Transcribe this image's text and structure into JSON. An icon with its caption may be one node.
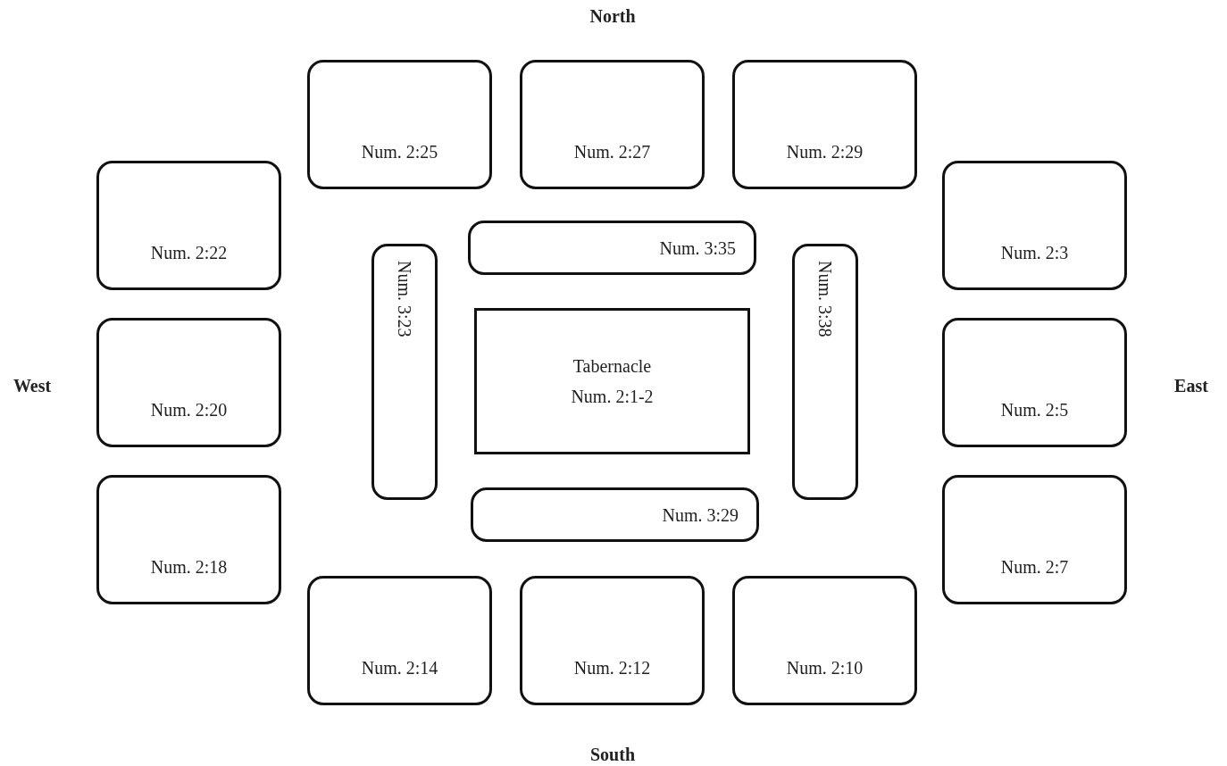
{
  "diagram": {
    "nodes": [
      {
        "text": [
          "Num. 2:25"
        ]
      },
      {
        "text": [
          "Num. 2:27"
        ]
      },
      {
        "text": [
          "Num. 2:29"
        ]
      },
      {
        "text": [
          "Num. 2:22"
        ]
      },
      {
        "text": [
          "Num. 2:3"
        ]
      },
      {
        "text": [
          "Num. 3:35"
        ]
      },
      {
        "text": [
          "Num. 3:23"
        ]
      },
      {
        "text": [
          "Tabernacle",
          "Num. 2:1-2"
        ]
      },
      {
        "text": [
          "Num. 3:38"
        ]
      },
      {
        "text": [
          "Num. 2:20"
        ]
      },
      {
        "text": [
          "Num. 2:5"
        ]
      },
      {
        "text": [
          "Num. 3:29"
        ]
      },
      {
        "text": [
          "Num. 2:18"
        ]
      },
      {
        "text": [
          "Num. 2:7"
        ]
      },
      {
        "text": [
          "Num. 2:14"
        ]
      },
      {
        "text": [
          "Num. 2:12"
        ]
      },
      {
        "text": [
          "Num. 2:10"
        ]
      }
    ],
    "labels": [
      "North",
      "West",
      "East",
      "South"
    ]
  }
}
